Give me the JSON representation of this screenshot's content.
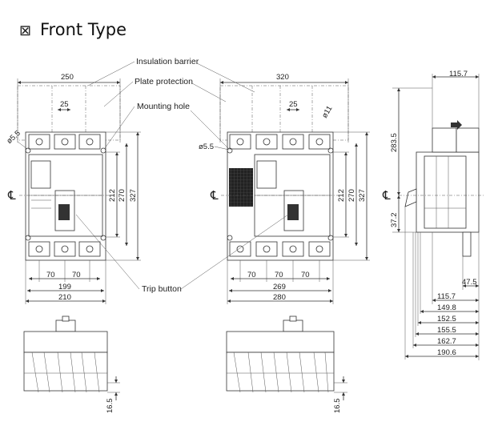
{
  "title": "Front Type",
  "checkbox_glyph": "⊠",
  "callouts": {
    "insulation_barrier": "Insulation barrier",
    "plate_protection": "Plate protection",
    "mounting_hole": "Mounting hole",
    "trip_button": "Trip button"
  },
  "centerline_symbol": "℄",
  "dims_3p": {
    "barrier_width": "250",
    "pitch_top": "25",
    "hole_dia": "ø5.5",
    "h_212": "212",
    "h_270": "270",
    "h_327": "327",
    "pole_1": "70",
    "pole_2": "70",
    "w_199": "199",
    "w_210": "210"
  },
  "dims_4p": {
    "barrier_width": "320",
    "pitch_top": "25",
    "hole_dia_11": "ø11",
    "hole_dia": "ø5.5",
    "h_212": "212",
    "h_270": "270",
    "h_327": "327",
    "pole_1": "70",
    "pole_2": "70",
    "pole_3": "70",
    "w_269": "269",
    "w_280": "280"
  },
  "dims_side": {
    "top": "115.7",
    "h_283_5": "283.5",
    "h_37_2": "37.2",
    "d_47_5": "47.5",
    "d_115_7": "115.7",
    "d_149_8": "149.8",
    "d_152_5": "152.5",
    "d_155_5": "155.5",
    "d_162_7": "162.7",
    "d_190_6": "190.6"
  },
  "dims_bottom": {
    "left_16_5": "16.5",
    "right_16_5": "16.5"
  }
}
